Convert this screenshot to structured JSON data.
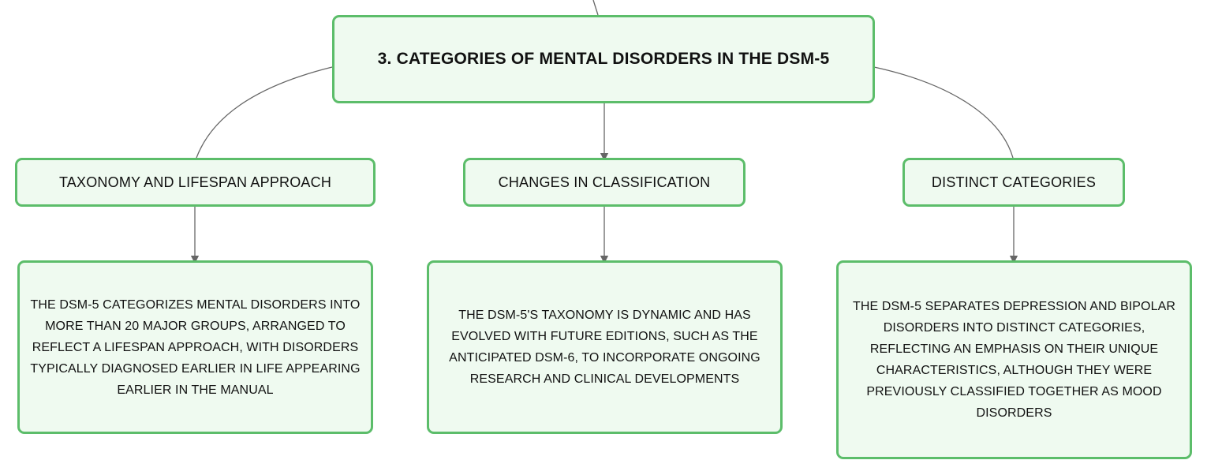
{
  "theme": {
    "node_fill": "#effaf0",
    "node_border": "#5cbd6a",
    "connector": "#666666"
  },
  "root": {
    "label": "3. CATEGORIES OF MENTAL DISORDERS IN THE DSM-5"
  },
  "categories": [
    {
      "label": "TAXONOMY AND LIFESPAN APPROACH",
      "detail": "THE DSM-5 CATEGORIZES MENTAL DISORDERS INTO MORE THAN 20 MAJOR GROUPS, ARRANGED TO REFLECT A LIFESPAN APPROACH, WITH DISORDERS TYPICALLY DIAGNOSED EARLIER IN LIFE APPEARING EARLIER IN THE MANUAL"
    },
    {
      "label": "CHANGES IN CLASSIFICATION",
      "detail": "THE DSM-5'S TAXONOMY IS DYNAMIC AND HAS EVOLVED WITH FUTURE EDITIONS, SUCH AS THE ANTICIPATED DSM-6, TO INCORPORATE ONGOING RESEARCH AND CLINICAL DEVELOPMENTS"
    },
    {
      "label": "DISTINCT CATEGORIES",
      "detail": "THE DSM-5 SEPARATES DEPRESSION AND BIPOLAR DISORDERS INTO DISTINCT CATEGORIES, REFLECTING AN EMPHASIS ON THEIR UNIQUE CHARACTERISTICS, ALTHOUGH THEY WERE PREVIOUSLY CLASSIFIED TOGETHER AS MOOD DISORDERS"
    }
  ]
}
